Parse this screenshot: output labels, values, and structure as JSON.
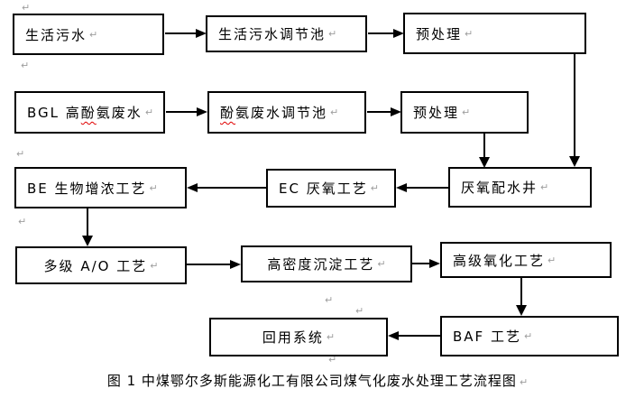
{
  "figure": {
    "caption": "图 1 中煤鄂尔多斯能源化工有限公司煤气化废水处理工艺流程图"
  },
  "marks": {
    "return_glyph": "↵"
  },
  "colors": {
    "box_border": "#000000",
    "arrow": "#000000",
    "background": "#ffffff",
    "spellcheck_underline": "#e00000",
    "format_mark": "#9e9e9e"
  },
  "boxes": {
    "domestic_sewage": {
      "label": "生活污水"
    },
    "domestic_sewage_regulating_tank": {
      "label": "生活污水调节池"
    },
    "pretreatment_top": {
      "label": "预处理"
    },
    "bgl_wastewater": {
      "pre": "BGL 高",
      "misspelled": "酚",
      "post": "氨废水"
    },
    "phenol_ammonia_regulating_tank": {
      "pre": "",
      "misspelled": "酚",
      "post": "氨废水调节池"
    },
    "pretreatment_mid": {
      "label": "预处理"
    },
    "be_bio_concentration": {
      "label": "BE 生物增浓工艺"
    },
    "ec_anaerobic": {
      "label": "EC 厌氧工艺"
    },
    "anaerobic_distribution_well": {
      "label": "厌氧配水井"
    },
    "multistage_ao": {
      "label": "多级 A/O 工艺"
    },
    "high_density_sedimentation": {
      "label": "高密度沉淀工艺"
    },
    "advanced_oxidation": {
      "label": "高级氧化工艺"
    },
    "reuse_system": {
      "label": "回用系统"
    },
    "baf_process": {
      "label": "BAF 工艺"
    }
  }
}
